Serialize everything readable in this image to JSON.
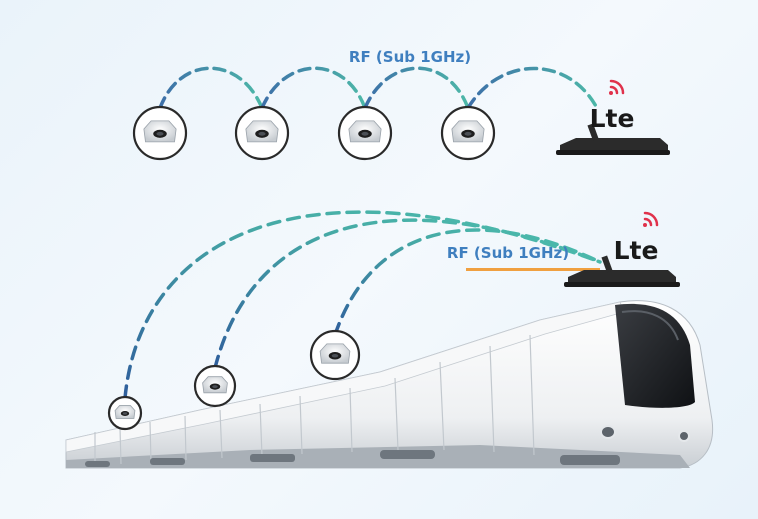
{
  "top_section": {
    "label": "RF (Sub 1GHz)",
    "gateway_label": "Lte",
    "sensor_count": 4
  },
  "train_section": {
    "label": "RF (Sub 1GHz)",
    "gateway_label": "Lte",
    "sensor_count": 3
  },
  "colors": {
    "label_blue": "#3f7fbf",
    "link_teal": "#4db8a8",
    "link_blue": "#3d6fa8",
    "gateway_dark": "#2b2b2b",
    "signal_red": "#e0314b",
    "accent_orange": "#f0a040"
  }
}
